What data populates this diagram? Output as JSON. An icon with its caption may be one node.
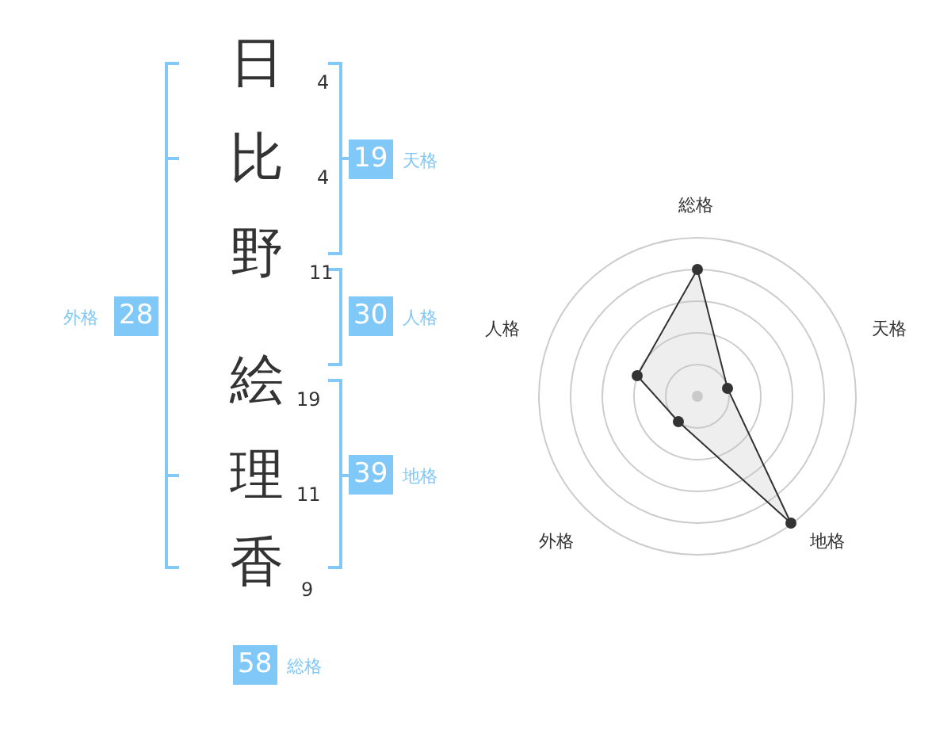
{
  "diagram": {
    "nodes": [
      {
        "text": [
          "19"
        ],
        "beside": [
          "天格"
        ]
      },
      {
        "text": [
          "28"
        ],
        "beside": [
          "外格"
        ]
      },
      {
        "text": [
          "30"
        ],
        "beside": [
          "人格"
        ]
      },
      {
        "text": [
          "39"
        ],
        "beside": [
          "地格"
        ]
      },
      {
        "text": [
          "58"
        ],
        "beside": [
          "総格"
        ]
      }
    ],
    "edges": [],
    "labels": [
      "日",
      "4",
      "比",
      "4",
      "野",
      "11",
      "絵",
      "19",
      "理",
      "11",
      "香",
      "9",
      "総格",
      "人格",
      "天格",
      "外格",
      "地格"
    ]
  }
}
